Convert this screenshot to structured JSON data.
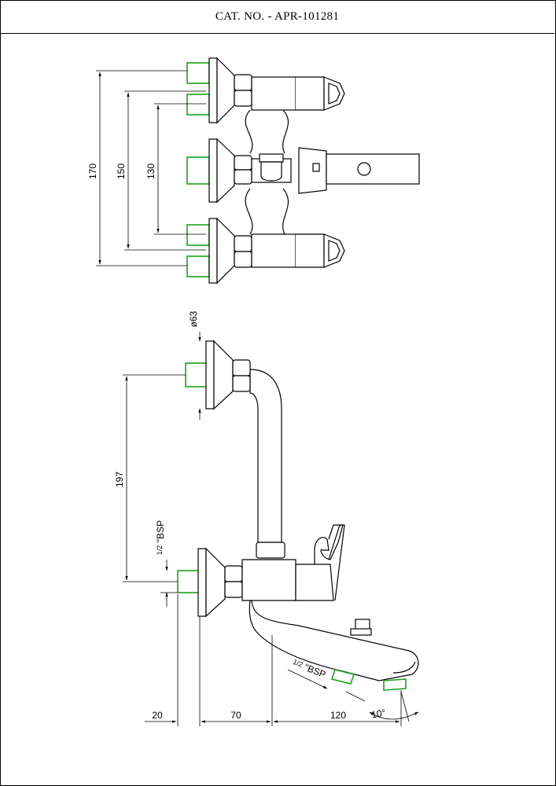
{
  "header": {
    "catalog_number": "CAT. NO. - APR-101281"
  },
  "colors": {
    "line": "#000000",
    "inlet_highlight": "#1aa31a",
    "background": "#ffffff"
  },
  "top_view": {
    "dims": {
      "d170": "170",
      "d150": "150",
      "d130": "130"
    }
  },
  "side_view": {
    "dims": {
      "diameter": "ø63",
      "height": "197",
      "bsp_upper_frac": "1/2",
      "bsp_upper_text": "\"BSP",
      "bsp_lower_frac": "1/2",
      "bsp_lower_text": "\"BSP",
      "d20": "20",
      "d70": "70",
      "d120": "120",
      "angle": "10°"
    }
  }
}
